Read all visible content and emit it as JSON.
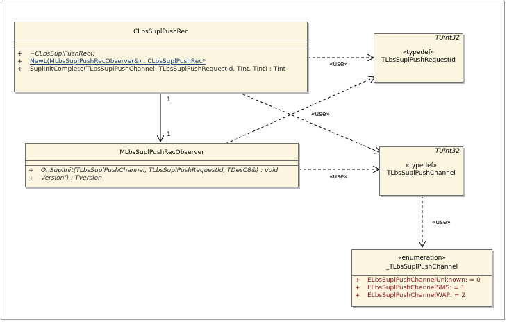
{
  "classes": {
    "push_rec": {
      "name": "CLbsSuplPushRec",
      "operations": [
        {
          "vis": "+",
          "text": "~CLbsSuplPushRec()"
        },
        {
          "vis": "+",
          "text": "NewL(MLbsSuplPushRecObserver&) : CLbsSuplPushRec*"
        },
        {
          "vis": "+",
          "text": "SuplInitComplete(TLbsSuplPushChannel, TLbsSuplPushRequestId, TInt, TInt) : TInt"
        }
      ]
    },
    "observer": {
      "name": "MLbsSuplPushRecObserver",
      "operations": [
        {
          "vis": "+",
          "text": "OnSuplInit(TLbsSuplPushChannel, TLbsSuplPushRequestId, TDesC8&) : void"
        },
        {
          "vis": "+",
          "text": "Version() : TVersion"
        }
      ]
    },
    "request_id": {
      "tag": "TUint32",
      "stereotype": "«typedef»",
      "name": "TLbsSuplPushRequestId"
    },
    "channel": {
      "tag": "TUint32",
      "stereotype": "«typedef»",
      "name": "TLbsSuplPushChannel"
    },
    "enum": {
      "stereotype": "«enumeration»",
      "name": "_TLbsSuplPushChannel",
      "literals": [
        {
          "vis": "+",
          "text": "ELbsSuplPushChannelUnknown:  = 0"
        },
        {
          "vis": "+",
          "text": "ELbsSuplPushChannelSMS:  = 1"
        },
        {
          "vis": "+",
          "text": "ELbsSuplPushChannelWAP:  = 2"
        }
      ]
    }
  },
  "relations": {
    "use_label": "«use»",
    "mult_source": "1",
    "mult_target": "1"
  }
}
